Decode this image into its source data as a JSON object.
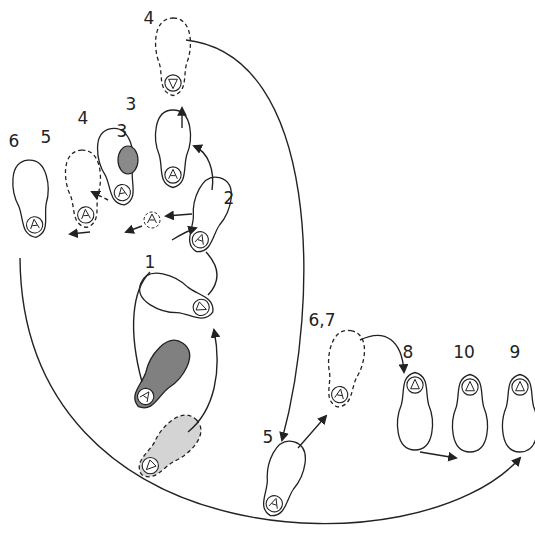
{
  "diagram": {
    "labels": [
      "4",
      "3",
      "4",
      "3",
      "5",
      "6",
      "2",
      "1",
      "6,7",
      "8",
      "10",
      "9",
      "5"
    ]
  }
}
